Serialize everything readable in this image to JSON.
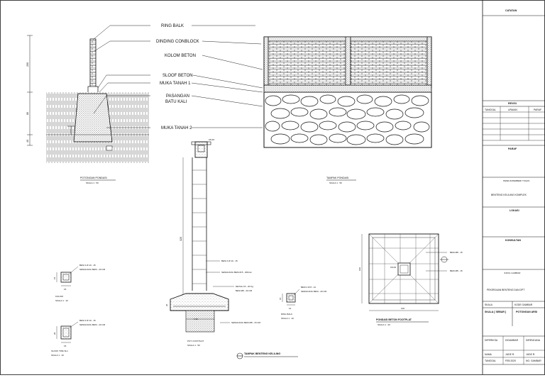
{
  "elevation": {
    "callouts": {
      "ring_balk": "RING BALK",
      "dinding": "DINDING CONBLOCK",
      "kolom": "KOLOM BETON",
      "sloof": "SLOOF BETON",
      "muka1": "MUKA TANAH 1",
      "pasangan_1": "PASANGAN",
      "pasangan_2": "BATU KALI",
      "muka2": "MUKA TANAH 2"
    },
    "dims": {
      "d200": "200",
      "d80": "80",
      "d40": "40"
    },
    "section_title": "POTONGAN PONDASI",
    "section_scale": "SKALA 1 : 50",
    "view_title": "TAMPAK PONDASI",
    "view_scale": "SKALA 1 : 50"
  },
  "column": {
    "top_label": "15x15",
    "height_dim": "320",
    "notes": [
      "BESI 4 Ø 10 - 15",
      "SENGKANG BESI Ø 8 - 200mm",
      "DETAIL 15 - 20 Kg",
      "BESI Ø8 - 20 CM"
    ],
    "footing_dim": "20",
    "footing_note": "SENGKANG BESI Ø8 - 15 CM",
    "footing_width": "1.00",
    "title": "POT. FOOTPLAT",
    "scale": "SKALA 1 : 50"
  },
  "kolom_detail": {
    "note_1": "BESI 4 Ø 10 - 15",
    "note_2": "SENGKANG BESI - 20 CM",
    "dim": "15",
    "width": "15",
    "title": "KOLOM",
    "scale": "SKALA 1 : 10"
  },
  "sloof_detail": {
    "note_1": "BESI 4 Ø 10 - 15",
    "note_2": "SENGKANG BESI - 20 CM",
    "dim": "20",
    "width": "15",
    "title": "SLOOF TIPE SL1",
    "scale": "SKALA 1 : 10"
  },
  "ring_detail": {
    "note_1": "BESI 4 Ø 8 - 12",
    "note_2": "SENGKANG BESI - 20 CM",
    "dim": "15",
    "width": "12",
    "title": "RING BALK",
    "scale": "SKALA 1 : 10"
  },
  "footplat": {
    "dim_side": "100",
    "dim_bottom": "100",
    "note_1": "BESI Ø8 - 15",
    "note_2": "BESI Ø8 - 15",
    "col": "15x15",
    "title": "PONDASI BETON FOOTPLAT",
    "scale": "SKALA 1 : 20"
  },
  "elevation_bottom_title": "TAMPAK BENTENG KELILING",
  "title_block": {
    "header": "CATATAN",
    "revisi": "REVISI",
    "cols": [
      "TANGGAL",
      "URAIAN",
      "PARAF"
    ],
    "paraf": "PARAF",
    "pemilik_label": "PEMILIK/PEMBERI TUGAS",
    "project": "BENTENG KELILING KOMPLEK",
    "lokasi": "LOKASI",
    "konsultan": "KONSULTAN",
    "judul_label": "JUDUL GAMBAR",
    "judul": "PEKERJAAN BENTENG DAN DPT",
    "skala_label": "SKALA",
    "skala_value": "SKALA [ SEBAR ]",
    "kode_label": "KODE GAMBAR",
    "kode_value": "POTONGAN ARSI",
    "sig_cols": [
      "DIPERIKSA",
      "DIGAMBAR",
      "DIRENCANA"
    ],
    "row_a": [
      "NAMA",
      "JUDE R.",
      "JUDE R."
    ],
    "row_b": [
      "TANGGAL",
      "FEB 2020",
      "NO. GAMBAR"
    ]
  }
}
